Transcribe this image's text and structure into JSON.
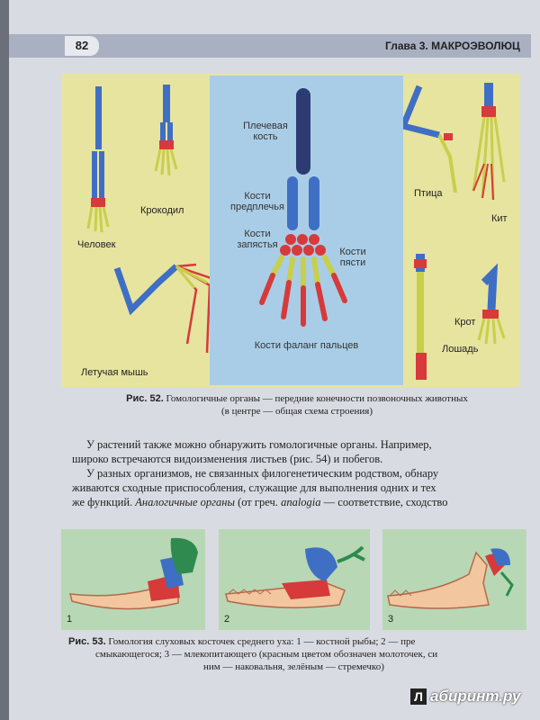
{
  "header": {
    "page_number": "82",
    "chapter": "Глава 3. МАКРОЭВОЛЮЦ"
  },
  "figure52": {
    "labels": {
      "human": "Человек",
      "crocodile": "Крокодил",
      "bat": "Летучая мышь",
      "bird": "Птица",
      "whale": "Кит",
      "mole": "Крот",
      "horse": "Лошадь",
      "humerus": "Плечевая\nкость",
      "forearm": "Кости\nпредплечья",
      "wrist": "Кости\nзапястья",
      "metacarpus": "Кости\nпясти",
      "phalanges": "Кости фаланг пальцев"
    },
    "caption_label": "Рис. 52.",
    "caption_line1": "Гомологичные органы — передние конечности позвоночных животных",
    "caption_line2": "(в центре — общая схема строения)"
  },
  "text": {
    "line1": "У растений также можно обнаружить гомологичные органы. Например,",
    "line2": "широко встречаются видоизменения листьев (рис. 54) и побегов.",
    "line3": "У разных организмов, не связанных филогенетическим родством, обнару",
    "line4": "живаются сходные приспособления, служащие для выполнения одних и тех",
    "line5_a": "же функций. ",
    "line5_b": "Аналогичные органы",
    "line5_c": " (от греч. ",
    "line5_d": "analogia",
    "line5_e": " — соответствие, сходство"
  },
  "figure53": {
    "panel_numbers": [
      "1",
      "2",
      "3"
    ],
    "caption_label": "Рис. 53.",
    "caption_line1": "Гомология слуховых косточек среднего уха: 1 — костной рыбы; 2 — пре",
    "caption_line2": "смыкающегося; 3 — млекопитающего (красным цветом обозначен молоточек, си",
    "caption_line3": "ним — наковальня, зелёным — стремечко)"
  },
  "watermark": {
    "logo": "Л",
    "text": "абиринт.ру"
  },
  "colors": {
    "blue": "#3f6fc4",
    "red": "#d63a3a",
    "green": "#5aa34a",
    "yellow": "#c8cf4a",
    "navy": "#2c3c72"
  }
}
